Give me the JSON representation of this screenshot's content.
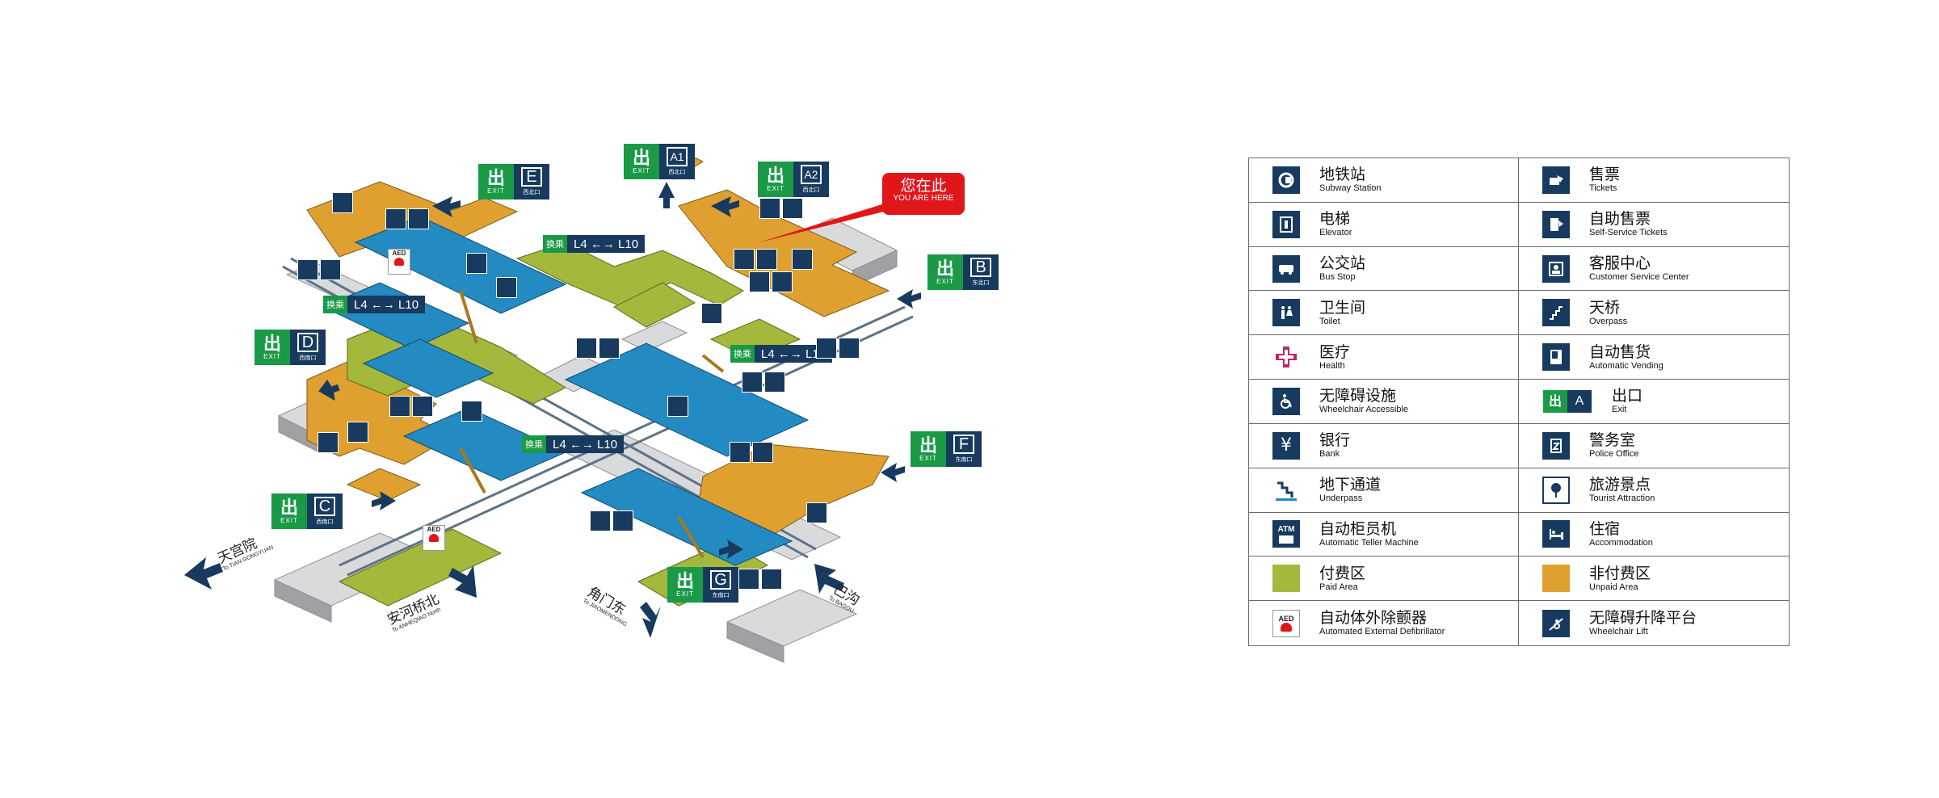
{
  "you_are_here": {
    "zh": "您在此",
    "en": "YOU ARE HERE"
  },
  "exits": [
    {
      "letter": "E",
      "sub": "西北口"
    },
    {
      "letter": "A1",
      "sub": "西北口"
    },
    {
      "letter": "A2",
      "sub": "西北口"
    },
    {
      "letter": "B",
      "sub": "东北口"
    },
    {
      "letter": "D",
      "sub": "西南口"
    },
    {
      "letter": "F",
      "sub": "东南口"
    },
    {
      "letter": "C",
      "sub": "西南口"
    },
    {
      "letter": "G",
      "sub": "东南口"
    }
  ],
  "exit_word": {
    "chu": "出",
    "en": "EXIT"
  },
  "transfer": {
    "tag": "换乘",
    "lines": "L4 ←→ L10"
  },
  "aed_label": "AED",
  "destinations": [
    {
      "zh": "天宫院",
      "py": "To TIAN GONGYUAN"
    },
    {
      "zh": "安河桥北",
      "py": "To ANHEQIAO North"
    },
    {
      "zh": "角门东",
      "py": "To JIAOMENDONG"
    },
    {
      "zh": "巴沟",
      "py": "To BAGOU"
    }
  ],
  "legend": [
    {
      "icon": "subway-station-icon",
      "zh": "地铁站",
      "en": "Subway Station"
    },
    {
      "icon": "tickets-icon",
      "zh": "售票",
      "en": "Tickets"
    },
    {
      "icon": "elevator-icon",
      "zh": "电梯",
      "en": "Elevator"
    },
    {
      "icon": "self-service-tickets-icon",
      "zh": "自助售票",
      "en": "Self-Service Tickets"
    },
    {
      "icon": "bus-stop-icon",
      "zh": "公交站",
      "en": "Bus Stop"
    },
    {
      "icon": "customer-service-icon",
      "zh": "客服中心",
      "en": "Customer Service Center"
    },
    {
      "icon": "toilet-icon",
      "zh": "卫生间",
      "en": "Toilet"
    },
    {
      "icon": "overpass-icon",
      "zh": "天桥",
      "en": "Overpass"
    },
    {
      "icon": "health-icon",
      "zh": "医疗",
      "en": "Health"
    },
    {
      "icon": "automatic-vending-icon",
      "zh": "自动售货",
      "en": "Automatic Vending"
    },
    {
      "icon": "wheelchair-icon",
      "zh": "无障碍设施",
      "en": "Wheelchair Accessible"
    },
    {
      "icon": "exit-icon",
      "zh": "出口",
      "en": "Exit",
      "letter": "A"
    },
    {
      "icon": "bank-icon",
      "zh": "银行",
      "en": "Bank"
    },
    {
      "icon": "police-icon",
      "zh": "警务室",
      "en": "Police Office"
    },
    {
      "icon": "underpass-icon",
      "zh": "地下通道",
      "en": "Underpass"
    },
    {
      "icon": "tourist-attraction-icon",
      "zh": "旅游景点",
      "en": "Tourist Attraction"
    },
    {
      "icon": "atm-icon",
      "zh": "自动柜员机",
      "en": "Automatic Teller Machine",
      "glyph": "ATM"
    },
    {
      "icon": "accommodation-icon",
      "zh": "住宿",
      "en": "Accommodation"
    },
    {
      "icon": "paid-area-swatch",
      "zh": "付费区",
      "en": "Paid Area",
      "color": "#a4b83c"
    },
    {
      "icon": "unpaid-area-swatch",
      "zh": "非付费区",
      "en": "Unpaid Area",
      "color": "#e0a030"
    },
    {
      "icon": "aed-icon",
      "zh": "自动体外除颤器",
      "en": "Automated External Defibrillator",
      "glyph": "AED"
    },
    {
      "icon": "wheelchair-lift-icon",
      "zh": "无障碍升降平台",
      "en": "Wheelchair Lift"
    }
  ],
  "colors": {
    "paid": "#a4b83c",
    "unpaid": "#e0a030",
    "platform": "#238ac2",
    "navy": "#173a5e",
    "exit_green": "#1a9a46",
    "here_red": "#e0161b"
  }
}
